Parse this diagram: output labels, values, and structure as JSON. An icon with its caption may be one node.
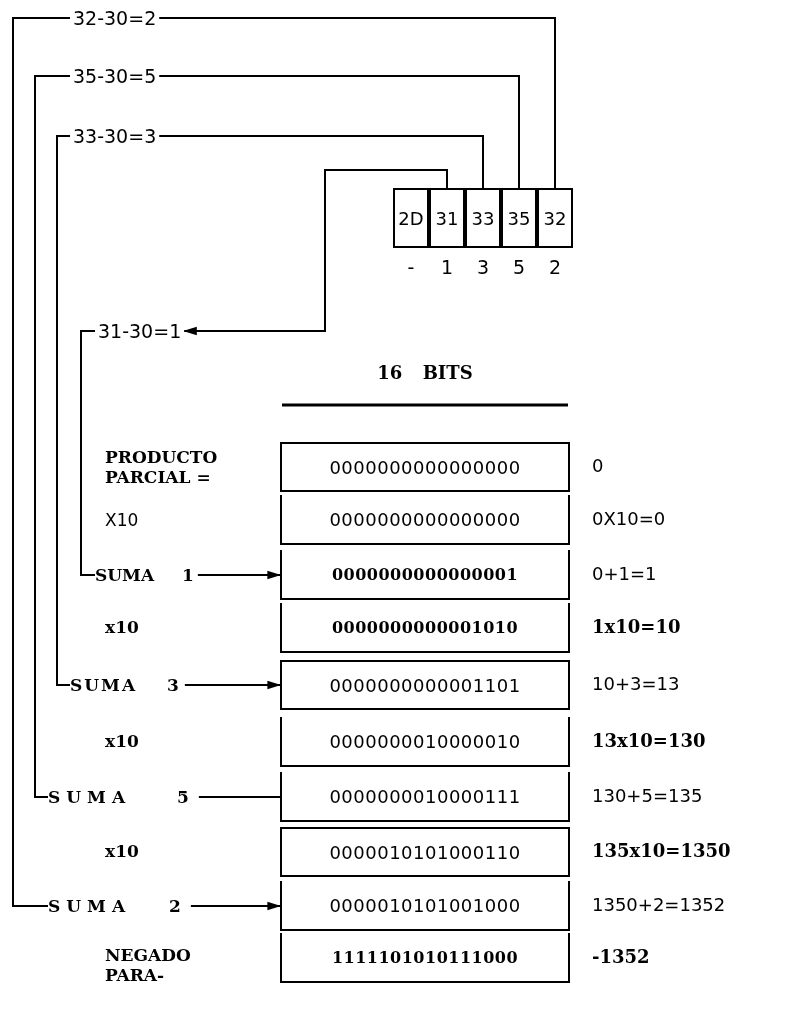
{
  "diagram": {
    "nodes": [
      {
        "text": [
          "32-30=2"
        ]
      },
      {
        "text": [
          "35-30=5"
        ]
      },
      {
        "text": [
          "33-30=3"
        ]
      },
      {
        "text": [
          "2D"
        ],
        "beside": [
          "-"
        ]
      },
      {
        "text": [
          "31"
        ],
        "beside": [
          "1"
        ]
      },
      {
        "text": [
          "33"
        ],
        "beside": [
          "3"
        ]
      },
      {
        "text": [
          "35"
        ],
        "beside": [
          "5"
        ]
      },
      {
        "text": [
          "32"
        ],
        "beside": [
          "2"
        ]
      },
      {
        "text": [
          "31-30=1"
        ]
      },
      {
        "text": [
          "0000000000000000"
        ],
        "beside": [
          "0"
        ]
      },
      {
        "text": [
          "0000000000000000"
        ],
        "beside": [
          "0X10=0"
        ]
      },
      {
        "text": [
          "0000000000000001"
        ],
        "beside": [
          "0+1=1"
        ]
      },
      {
        "text": [
          "0000000000001010"
        ],
        "beside": [
          "1x10=10"
        ]
      },
      {
        "text": [
          "0000000000001101"
        ],
        "beside": [
          "10+3=13"
        ]
      },
      {
        "text": [
          "0000000010000010"
        ],
        "beside": [
          "13x10=130"
        ]
      },
      {
        "text": [
          "0000000010000111"
        ],
        "beside": [
          "130+5=135"
        ]
      },
      {
        "text": [
          "0000010101000110"
        ],
        "beside": [
          "135x10=1350"
        ]
      },
      {
        "text": [
          "0000010101001000"
        ],
        "beside": [
          "1350+2=1352"
        ]
      },
      {
        "text": [
          "1111101010111000"
        ],
        "beside": [
          "-1352"
        ]
      },
      {
        "text": [
          "SUMA 1"
        ]
      },
      {
        "text": [
          "SUMA 3"
        ]
      },
      {
        "text": [
          "SUMA 5"
        ]
      },
      {
        "text": [
          "SUMA 2"
        ]
      }
    ],
    "edges": [
      {
        "from": 7,
        "to": 0,
        "arrow": "none"
      },
      {
        "from": 6,
        "to": 1,
        "arrow": "none"
      },
      {
        "from": 5,
        "to": 2,
        "arrow": "none"
      },
      {
        "from": 4,
        "to": 8,
        "arrow": "to"
      },
      {
        "from": 8,
        "to": 19,
        "arrow": "none"
      },
      {
        "from": 2,
        "to": 20,
        "arrow": "none"
      },
      {
        "from": 1,
        "to": 21,
        "arrow": "none"
      },
      {
        "from": 0,
        "to": 22,
        "arrow": "none"
      },
      {
        "from": 19,
        "to": 11,
        "arrow": "to"
      },
      {
        "from": 20,
        "to": 13,
        "arrow": "to"
      },
      {
        "from": 21,
        "to": 15,
        "arrow": "none"
      },
      {
        "from": 22,
        "to": 17,
        "arrow": "to"
      }
    ],
    "labels": [
      "16 BITS",
      "PRODUCTO PARCIAL =",
      "X10",
      "x10",
      "x10",
      "x10",
      "NEGADO PARA-"
    ]
  }
}
